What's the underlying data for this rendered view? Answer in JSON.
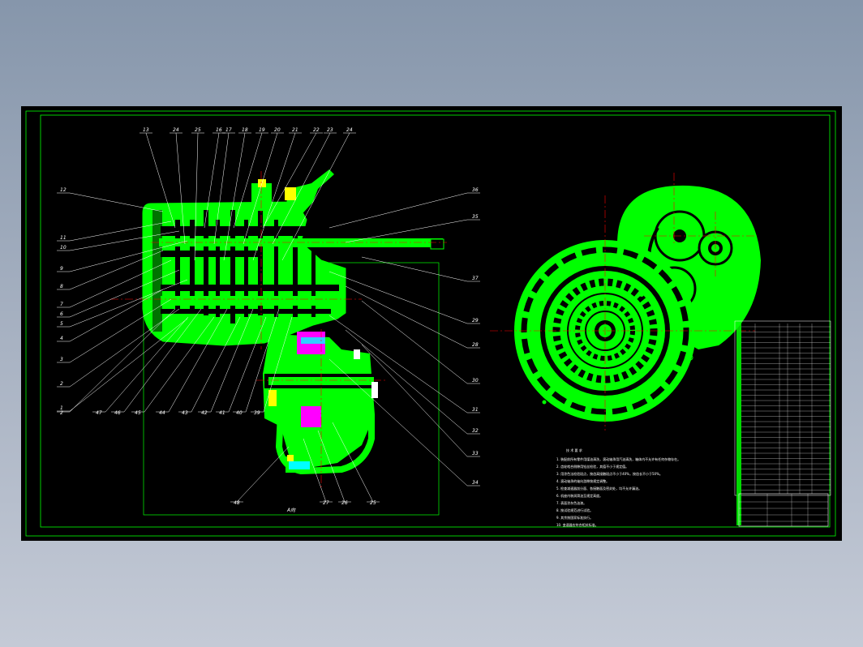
{
  "drawing": {
    "left_view_caption": "A向",
    "notes_title": "技 术 要 求",
    "notes": [
      "1. 装配前所有零件用煤油清洗，滚动轴承用汽油清洗，箱体内不允许有任何杂物存在。",
      "2. 齿轮啮合侧隙用铅丝检验，其值不小于规定值。",
      "3. 用涂色法检验斑点，按齿高接触斑点不小于40%，按齿长不小于50%。",
      "4. 滚动轴承的轴向游隙按规定调整。",
      "5. 检查减速器剖分面、各接触面及密封处，均不允许漏油。",
      "6. 机座内装润滑油至规定高度。",
      "7. 表面涂灰色油漆。",
      "8. 按试验规范进行试验。",
      "9. 其余按国家标准执行。",
      "10. 变速器应符合相关标准。"
    ],
    "callouts_top": [
      "13",
      "24",
      "25",
      "16",
      "17",
      "18",
      "19",
      "20",
      "21",
      "22",
      "23",
      "24"
    ],
    "callouts_left": [
      "12",
      "11",
      "10",
      "9",
      "8",
      "7",
      "6",
      "5",
      "4",
      "3",
      "2",
      "1"
    ],
    "callouts_right": [
      "36",
      "35",
      "37",
      "29",
      "28",
      "30",
      "31",
      "32",
      "33",
      "34"
    ],
    "callouts_bottom": [
      "2",
      "47",
      "46",
      "45",
      "44",
      "43",
      "42",
      "41",
      "40",
      "39"
    ],
    "callouts_lower": [
      "48",
      "27",
      "26",
      "25"
    ]
  },
  "colors": {
    "part": "#00ff00",
    "frame": "#00ff00",
    "leader": "#ffffff",
    "centerline": "#ff0000",
    "highlight": "#ff00ff",
    "accent": "#ffff00",
    "cyan": "#00ffff"
  }
}
